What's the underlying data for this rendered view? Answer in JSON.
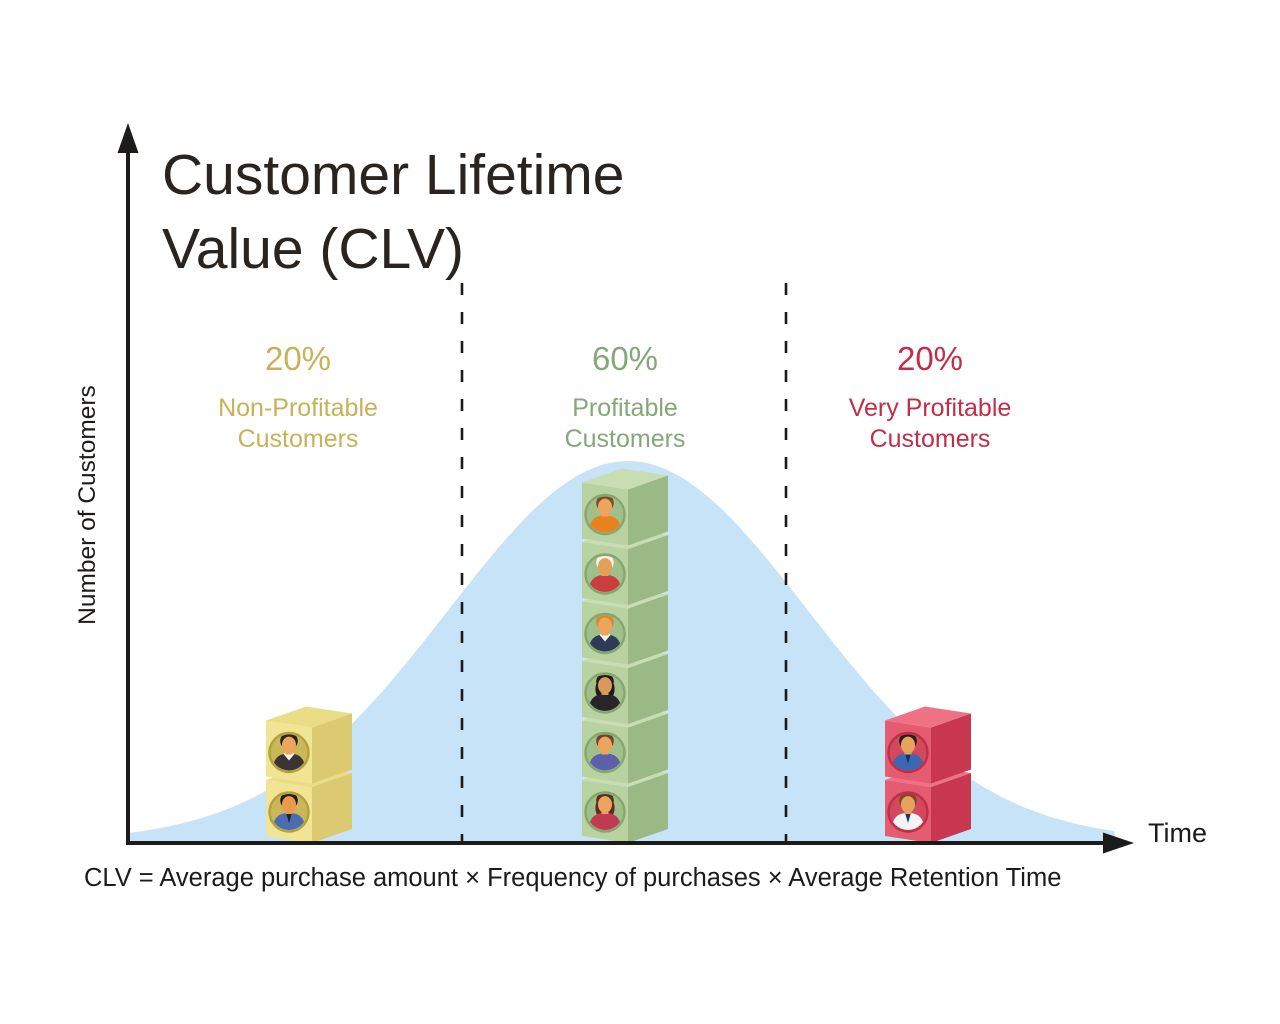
{
  "title": "Customer Lifetime Value (CLV)",
  "axes": {
    "y_label": "Number of Customers",
    "x_label": "Time"
  },
  "formula": "CLV = Average purchase amount × Frequency of purchases × Average Retention Time",
  "colors": {
    "curve_fill": "#c7e3f7",
    "axis": "#1d1b19",
    "divider": "#1a1a1a"
  },
  "segments": [
    {
      "id": "non-profitable",
      "pct": "20%",
      "label_line1": "Non-Profitable",
      "label_line2": "Customers",
      "text_color": "#c6b258",
      "customer_count": 2,
      "cube_colors": {
        "front": "#f1e493",
        "side": "#dcca73",
        "top": "#eadd85",
        "circle": "#c9b758",
        "ring": "#b3a045"
      },
      "avatars": [
        {
          "hair": "#2a2320",
          "skin": "#eda45c",
          "shirt": "#3a3434",
          "collar": "#f5f2ea",
          "bun": true
        },
        {
          "hair": "#241e1a",
          "skin": "#ea9a4a",
          "shirt": "#4a6cb3",
          "tie": "#20242c"
        }
      ]
    },
    {
      "id": "profitable",
      "pct": "60%",
      "label_line1": "Profitable",
      "label_line2": "Customers",
      "text_color": "#84a878",
      "customer_count": 6,
      "cube_colors": {
        "front": "#b9d2a2",
        "side": "#9bb985",
        "top": "#c8ddb2",
        "circle": "#a0bf8b",
        "ring": "#86a671"
      },
      "avatars": [
        {
          "hair": "#7c4a28",
          "skin": "#eda45c",
          "shirt": "#e8821e"
        },
        {
          "hair": "#f2f1ec",
          "skin": "#e5a058",
          "shirt": "#cb3e3e"
        },
        {
          "hair": "#d9882c",
          "skin": "#eda45c",
          "shirt": "#2d3b58",
          "collar": "#f5f2ea",
          "bun": true
        },
        {
          "hair": "#1f1b1a",
          "skin": "#d9995a",
          "shirt": "#27252b",
          "long_hair": true
        },
        {
          "hair": "#6f4526",
          "skin": "#eda45c",
          "shirt": "#5c60a9"
        },
        {
          "hair": "#5c2d23",
          "skin": "#eda45c",
          "shirt": "#bf3a52",
          "long_hair": true
        }
      ]
    },
    {
      "id": "very-profitable",
      "pct": "20%",
      "label_line1": "Very Profitable",
      "label_line2": "Customers",
      "text_color": "#c22e48",
      "customer_count": 2,
      "cube_colors": {
        "front": "#e55b6f",
        "side": "#c73750",
        "top": "#ee7184",
        "circle": "#d2495e",
        "ring": "#bd2f47"
      },
      "avatars": [
        {
          "hair": "#241f1b",
          "skin": "#e7a25c",
          "shirt": "#3c67b5",
          "tie": "#17335f"
        },
        {
          "hair": "#7c4a28",
          "skin": "#e7a25c",
          "shirt": "#f3f4f6",
          "tie": "#1c3a6e"
        }
      ]
    }
  ],
  "chart_data": {
    "type": "area",
    "title": "Customer Lifetime Value (CLV)",
    "xlabel": "Time",
    "ylabel": "Number of Customers",
    "description": "Bell-shaped (normal) distribution of number of customers over time, divided by two dashed vertical lines into three zones; stacks of isometric cubes with customer portraits show relative customer counts in each zone",
    "x_axis_ticks": [],
    "y_axis_ticks": [],
    "grid": false,
    "legend": false,
    "series": [
      {
        "name": "Customer distribution",
        "shape": "normal-curve",
        "peak_x_fraction": 0.5,
        "fill": "#c7e3f7"
      }
    ],
    "zones": [
      {
        "share_pct": 20,
        "label": "Non-Profitable Customers",
        "customers_pictured": 2,
        "color": "#c6b258"
      },
      {
        "share_pct": 60,
        "label": "Profitable Customers",
        "customers_pictured": 6,
        "color": "#84a878"
      },
      {
        "share_pct": 20,
        "label": "Very Profitable Customers",
        "customers_pictured": 2,
        "color": "#c22e48"
      }
    ],
    "annotation": "CLV = Average purchase amount × Frequency of purchases × Average Retention Time"
  }
}
